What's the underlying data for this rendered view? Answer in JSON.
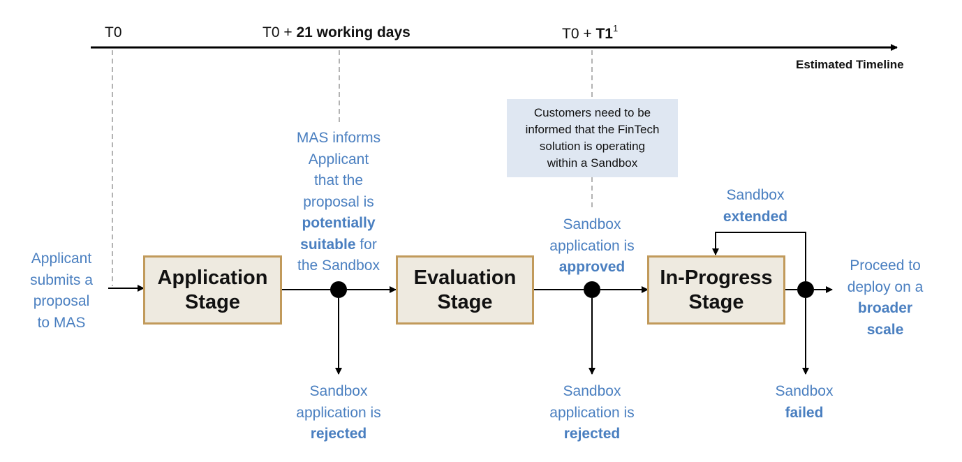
{
  "timeline": {
    "t0_label": "T0",
    "t21_prefix": "T0 + ",
    "t21_bold": "21 working days",
    "t1_prefix": "T0 + ",
    "t1_bold": "T1",
    "t1_sup": "1",
    "axis_label": "Estimated Timeline"
  },
  "stages": {
    "application": {
      "line1": "Application",
      "line2": "Stage"
    },
    "evaluation": {
      "line1": "Evaluation",
      "line2": "Stage"
    },
    "in_progress": {
      "line1": "In-Progress",
      "line2": "Stage"
    }
  },
  "annotations": {
    "submit": [
      "Applicant",
      "submits a",
      "proposal",
      "to MAS"
    ],
    "informs": {
      "l1": "MAS informs",
      "l2": "Applicant",
      "l3": "that the",
      "l4": "proposal is",
      "l5_bold": "potentially",
      "l6_bold": "suitable",
      "l6_rest": " for",
      "l7": "the Sandbox"
    },
    "rejected_1": {
      "l1": "Sandbox",
      "l2": "application is",
      "l3_bold": "rejected"
    },
    "approved": {
      "l1": "Sandbox",
      "l2": "application is",
      "l3_bold": "approved"
    },
    "rejected_2": {
      "l1": "Sandbox",
      "l2": "application is",
      "l3_bold": "rejected"
    },
    "extended": {
      "l1": "Sandbox",
      "l2_bold": "extended"
    },
    "failed": {
      "l1": "Sandbox",
      "l2_bold": "failed"
    },
    "proceed": {
      "l1": "Proceed to",
      "l2": "deploy on a",
      "l3_bold": "broader",
      "l4_bold": "scale"
    }
  },
  "note": {
    "l1": "Customers need to be",
    "l2": "informed that the FinTech",
    "l3": "solution is operating",
    "l4": "within a Sandbox"
  },
  "colors": {
    "accent_text": "#4a7fc0",
    "stage_fill": "#eeeae0",
    "stage_border": "#c19a5b",
    "note_fill": "#dfe7f2",
    "line": "#000000"
  }
}
